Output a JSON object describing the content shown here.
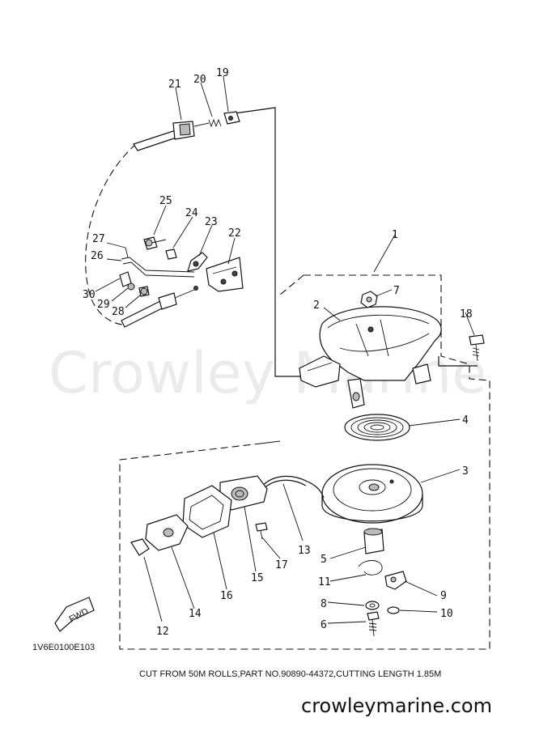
{
  "watermark": "Crowley Marine",
  "drawing_code": "1V6E0100E103",
  "footer_note": "CUT FROM 50M ROLLS,PART NO.90890-44372,CUTTING LENGTH 1.85M",
  "site": "crowleymarine.com",
  "fwd_label": "FWD",
  "callouts": {
    "c1": "1",
    "c2": "2",
    "c3": "3",
    "c4": "4",
    "c5": "5",
    "c6": "6",
    "c7": "7",
    "c8": "8",
    "c9": "9",
    "c10": "10",
    "c11": "11",
    "c12": "12",
    "c13": "13",
    "c14": "14",
    "c15": "15",
    "c16": "16",
    "c17": "17",
    "c18": "18",
    "c19": "19",
    "c20": "20",
    "c21": "21",
    "c22": "22",
    "c23": "23",
    "c24": "24",
    "c25": "25",
    "c26": "26",
    "c27": "27",
    "c28": "28",
    "c29": "29",
    "c30": "30"
  }
}
